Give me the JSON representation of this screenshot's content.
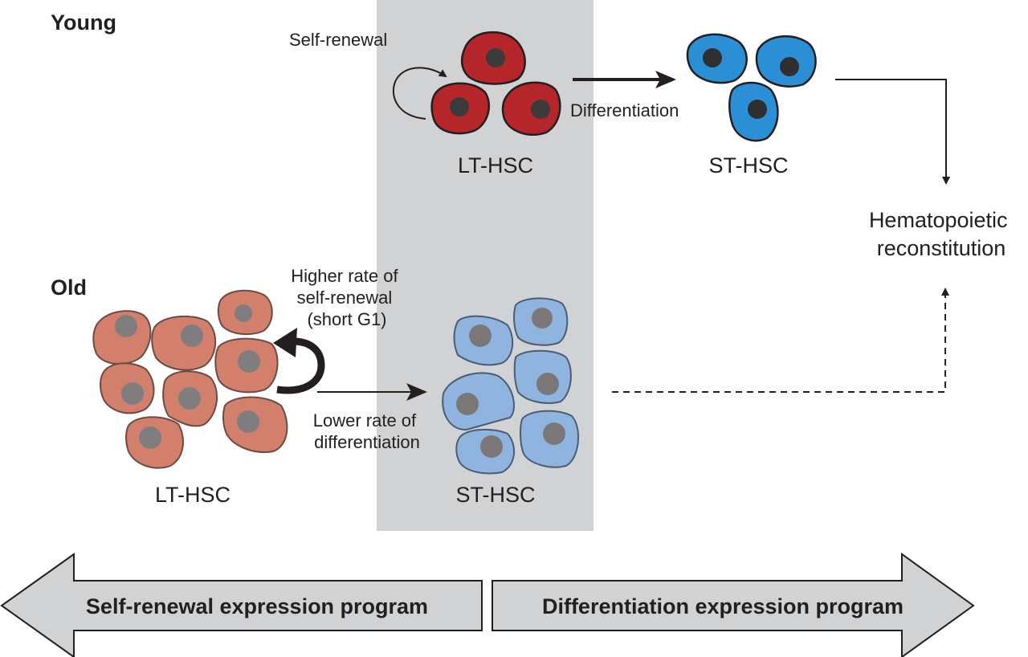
{
  "panels": {
    "young": {
      "title": "Young",
      "self_renewal_label": "Self-renewal",
      "differentiation_label": "Differentiation",
      "lt_hsc_label": "LT-HSC",
      "st_hsc_label": "ST-HSC",
      "lt_hsc_color": "#b5262a",
      "st_hsc_color": "#2b8fd6"
    },
    "old": {
      "title": "Old",
      "self_renewal_label_lines": [
        "Higher rate of",
        "self-renewal",
        "(short G1)"
      ],
      "differentiation_label_lines": [
        "Lower rate of",
        "differentiation"
      ],
      "lt_hsc_label": "LT-HSC",
      "st_hsc_label": "ST-HSC",
      "lt_hsc_color": "#d2806c",
      "st_hsc_color": "#8fb4df"
    }
  },
  "outcome": {
    "label_lines": [
      "Hematopoietic",
      "reconstitution"
    ]
  },
  "programs": {
    "left_label": "Self-renewal expression program",
    "right_label": "Differentiation expression program"
  },
  "highlight_band_color": "#d1d2d4"
}
